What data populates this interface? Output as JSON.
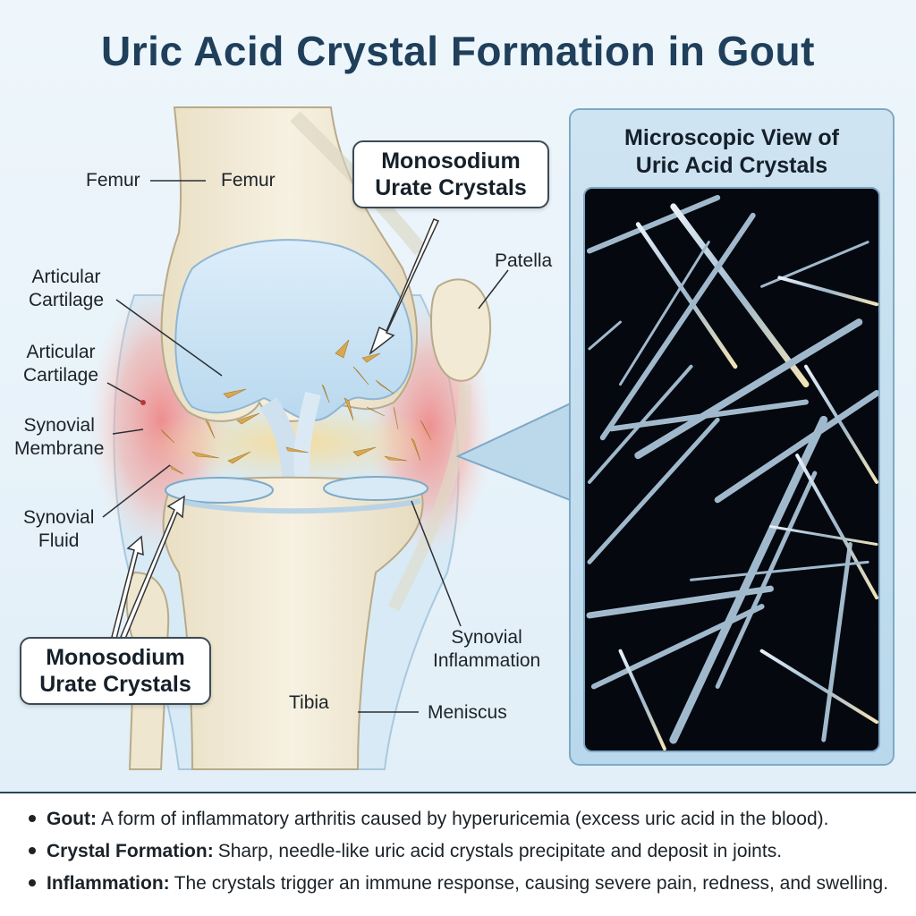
{
  "title": "Uric Acid Crystal Formation in Gout",
  "labels": {
    "femur_left": "Femur",
    "femur_right": "Femur",
    "articular_cartilage_1": "Articular\nCartilage",
    "articular_cartilage_2": "Articular\nCartilage",
    "synovial_membrane": "Synovial\nMembrane",
    "synovial_fluid": "Synovial\nFluid",
    "patella": "Patella",
    "synovial_inflammation": "Synovial\nInflammation",
    "tibia": "Tibia",
    "meniscus": "Meniscus"
  },
  "callouts": {
    "top": "Monosodium\nUrate Crystals",
    "bottom": "Monosodium\nUrate Crystals"
  },
  "micro": {
    "title": "Microscopic View of\nUric Acid Crystals"
  },
  "notes": [
    {
      "term": "Gout:",
      "text": "A form of inflammatory arthritis caused by hyperuricemia (excess uric acid in the blood)."
    },
    {
      "term": "Crystal Formation:",
      "text": "Sharp, needle-like uric acid crystals precipitate and deposit in joints."
    },
    {
      "term": "Inflammation:",
      "text": "The crystals trigger an immune response, causing severe pain, redness, and swelling."
    }
  ],
  "colors": {
    "bone": "#f3ecd8",
    "cartilage": "#cfe4f3",
    "inflammation": "#ef8c8c",
    "crystal": "#d8a850",
    "micro_bg": "#05080f"
  }
}
